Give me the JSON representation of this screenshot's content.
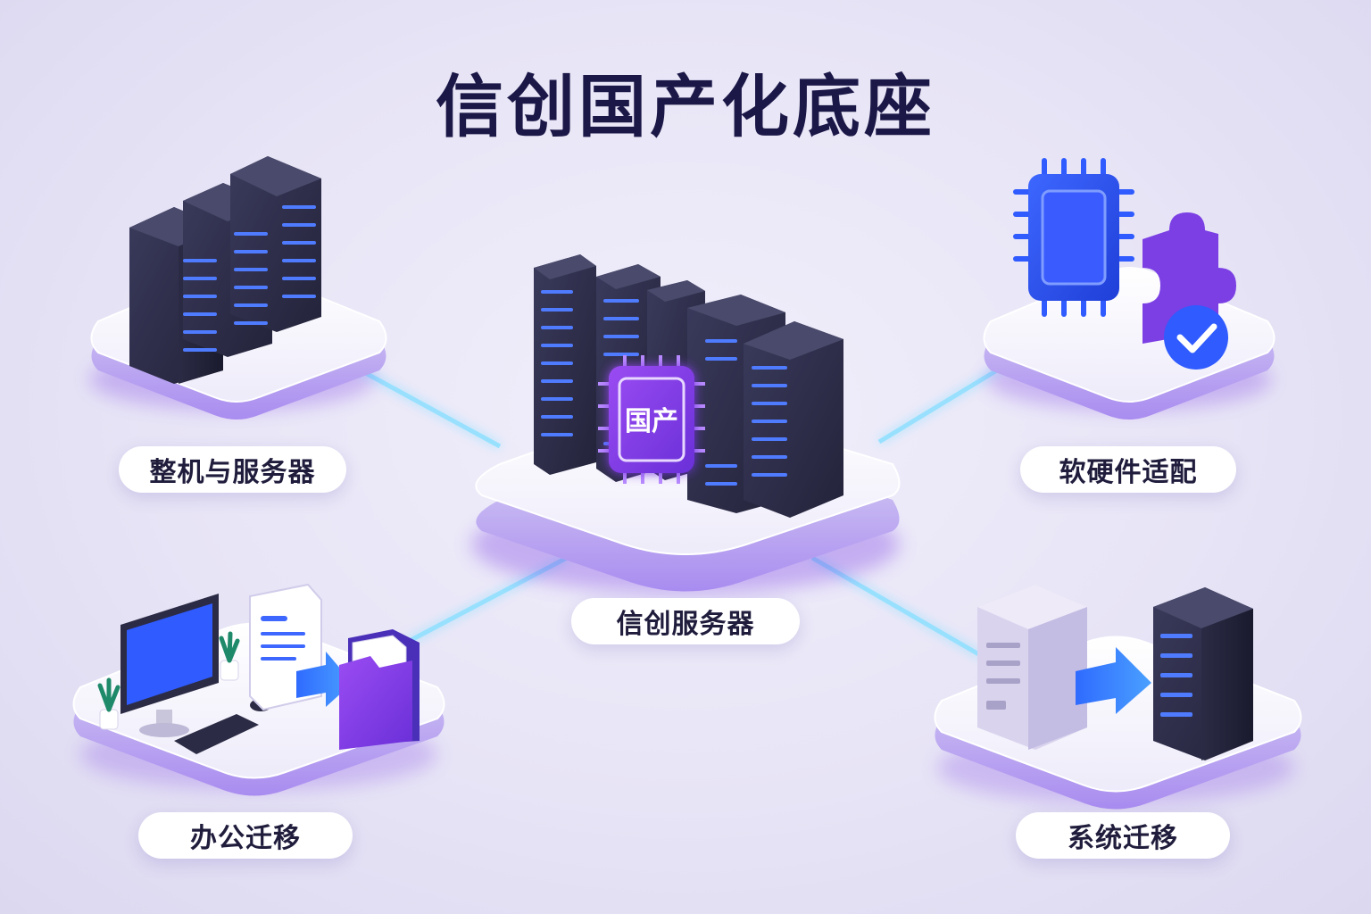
{
  "title": "信创国产化底座",
  "center": {
    "label": "信创服务器",
    "chip_text": "国产"
  },
  "nodes": [
    {
      "label": "整机与服务器"
    },
    {
      "label": "软硬件适配"
    },
    {
      "label": "办公迁移"
    },
    {
      "label": "系统迁移"
    }
  ],
  "colors": {
    "title": "#1b1848",
    "accent_purple": "#7b3fe4",
    "accent_blue": "#2f5bff",
    "server_dark": "#2b2b45",
    "glow": "#7fd3ff"
  }
}
